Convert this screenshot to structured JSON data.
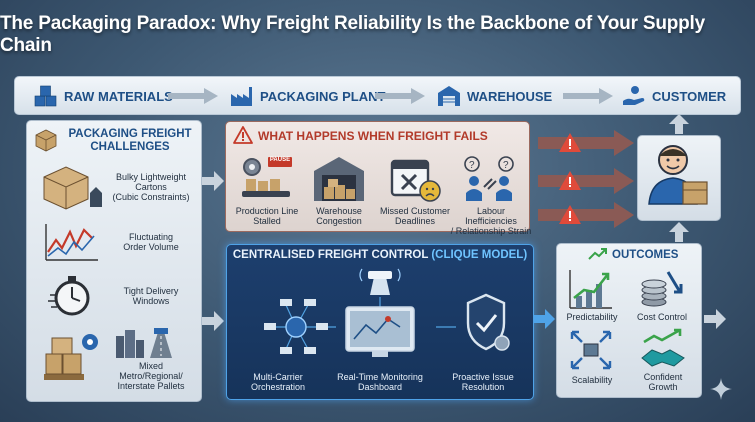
{
  "title": "The Packaging Paradox: Why Freight Reliability Is the Backbone of Your Supply Chain",
  "flow": [
    {
      "label": "RAW MATERIALS",
      "icon": "cubes-icon"
    },
    {
      "label": "PACKAGING PLANT",
      "icon": "factory-icon"
    },
    {
      "label": "WAREHOUSE",
      "icon": "warehouse-icon"
    },
    {
      "label": "CUSTOMER",
      "icon": "hand-person-icon"
    }
  ],
  "challenges": {
    "title_line1": "PACKAGING FREIGHT",
    "title_line2": "CHALLENGES",
    "items": [
      {
        "line1": "Bulky Lightweight",
        "line2": "Cartons",
        "line3": "(Cubic Constraints)"
      },
      {
        "line1": "Fluctuating",
        "line2": "Order Volume",
        "line3": ""
      },
      {
        "line1": "Tight Delivery",
        "line2": "Windows",
        "line3": ""
      },
      {
        "line1": "Mixed",
        "line2": "Metro/Regional/",
        "line3": "Interstate Pallets"
      }
    ]
  },
  "failures": {
    "title": "WHAT HAPPENS WHEN FREIGHT FAILS",
    "pause_label": "PAUSE",
    "items": [
      {
        "line1": "Production Line",
        "line2": "Stalled"
      },
      {
        "line1": "Warehouse",
        "line2": "Congestion"
      },
      {
        "line1": "Missed Customer",
        "line2": "Deadlines"
      },
      {
        "line1": "Labour Inefficiencies",
        "line2": "/ Relationship Strain"
      }
    ]
  },
  "control": {
    "title_main": "CENTRALISED FREIGHT CONTROL ",
    "title_accent": "(CLIQUE MODEL)",
    "items": [
      {
        "line1": "Multi-Carrier",
        "line2": "Orchestration"
      },
      {
        "line1": "Real-Time Monitoring",
        "line2": "Dashboard"
      },
      {
        "line1": "Proactive Issue",
        "line2": "Resolution"
      }
    ]
  },
  "outcomes": {
    "title": "OUTCOMES",
    "items": [
      {
        "line1": "Predictability",
        "line2": ""
      },
      {
        "line1": "Cost Control",
        "line2": ""
      },
      {
        "line1": "Scalability",
        "line2": ""
      },
      {
        "line1": "Confident",
        "line2": "Growth"
      }
    ]
  },
  "colors": {
    "accent_blue": "#1e4f86",
    "alert_red": "#b23a2a",
    "glow_blue": "#4fa3e8",
    "growth_green": "#3aa34a"
  }
}
